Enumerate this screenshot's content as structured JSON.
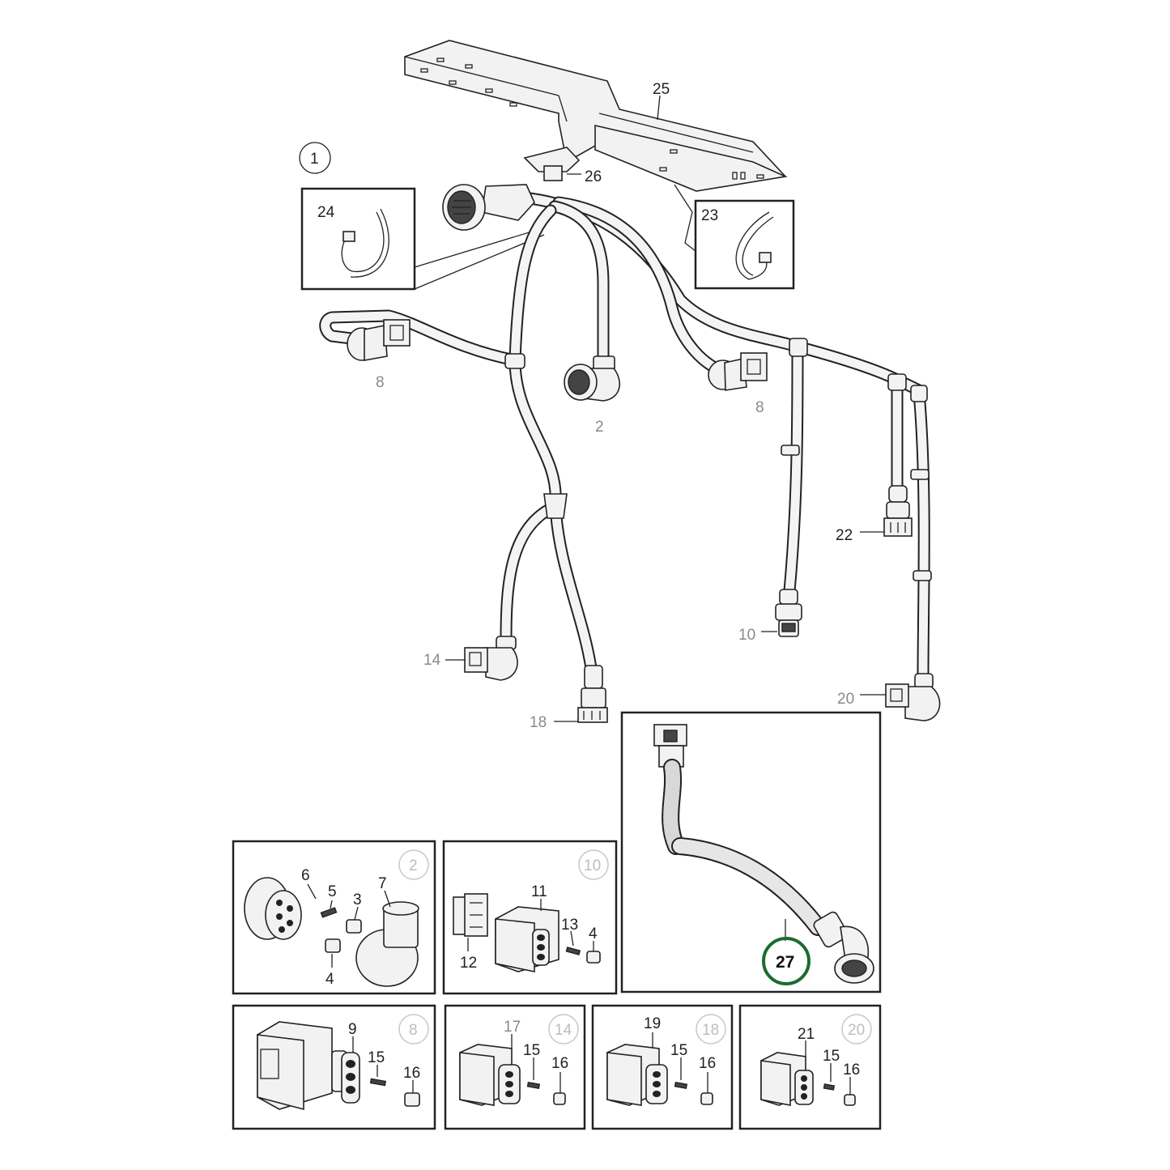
{
  "callouts": {
    "c1": "1",
    "c2": "2",
    "c3": "3",
    "c4": "4",
    "c5": "5",
    "c6": "6",
    "c7": "7",
    "c8": "8",
    "c9": "9",
    "c10": "10",
    "c11": "11",
    "c12": "12",
    "c13": "13",
    "c14": "14",
    "c15": "15",
    "c16": "16",
    "c17": "17",
    "c18": "18",
    "c19": "19",
    "c20": "20",
    "c21": "21",
    "c22": "22",
    "c23": "23",
    "c24": "24",
    "c25": "25",
    "c26": "26",
    "c27": "27"
  },
  "colors": {
    "highlight_ring": "#1e6b2e",
    "line": "#222222",
    "faded_label": "#8a8a8a"
  }
}
